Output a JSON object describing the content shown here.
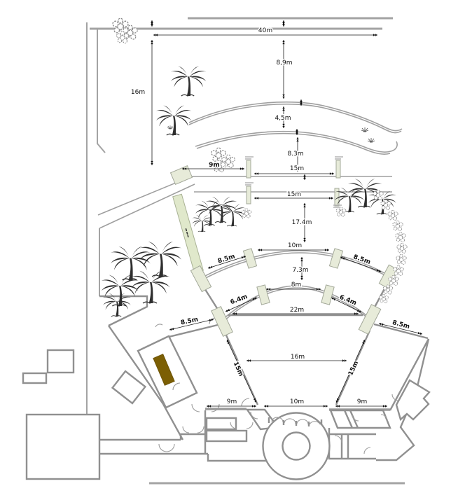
{
  "drawing": {
    "type": "architectural-site-plan",
    "background": "#ffffff",
    "colors": {
      "road": "#a3a3a3",
      "wall": "#909090",
      "dimension": "#1c1c1c",
      "pad": "#e7ebd9",
      "ramp": "#e0e8cb",
      "olive_rect": "#7c5f04",
      "tree": "#2e2e2e"
    },
    "dimensions": {
      "top_width": "40m",
      "left_depth": "16m",
      "setback_a": "8,9m",
      "path_gap": "4,5m",
      "path_offset": "8.3m",
      "row1_left": "9m",
      "row1_span": "15m",
      "row2_span": "15m",
      "lawn_depth": "17.4m",
      "arc1_top": "10m",
      "arc1_left": "8.5m",
      "arc1_right": "8.5m",
      "arc_gap": "7.3m",
      "arc2_top": "8m",
      "arc2_left": "6.4m",
      "arc2_right": "6.4m",
      "terrace_width": "22m",
      "walk_left": "8.5m",
      "walk_right": "8.5m",
      "hall_left": "15m",
      "hall_right": "15m",
      "hall_width": "16m",
      "front_left": "9m",
      "front_center": "10m",
      "front_right": "9m"
    }
  }
}
